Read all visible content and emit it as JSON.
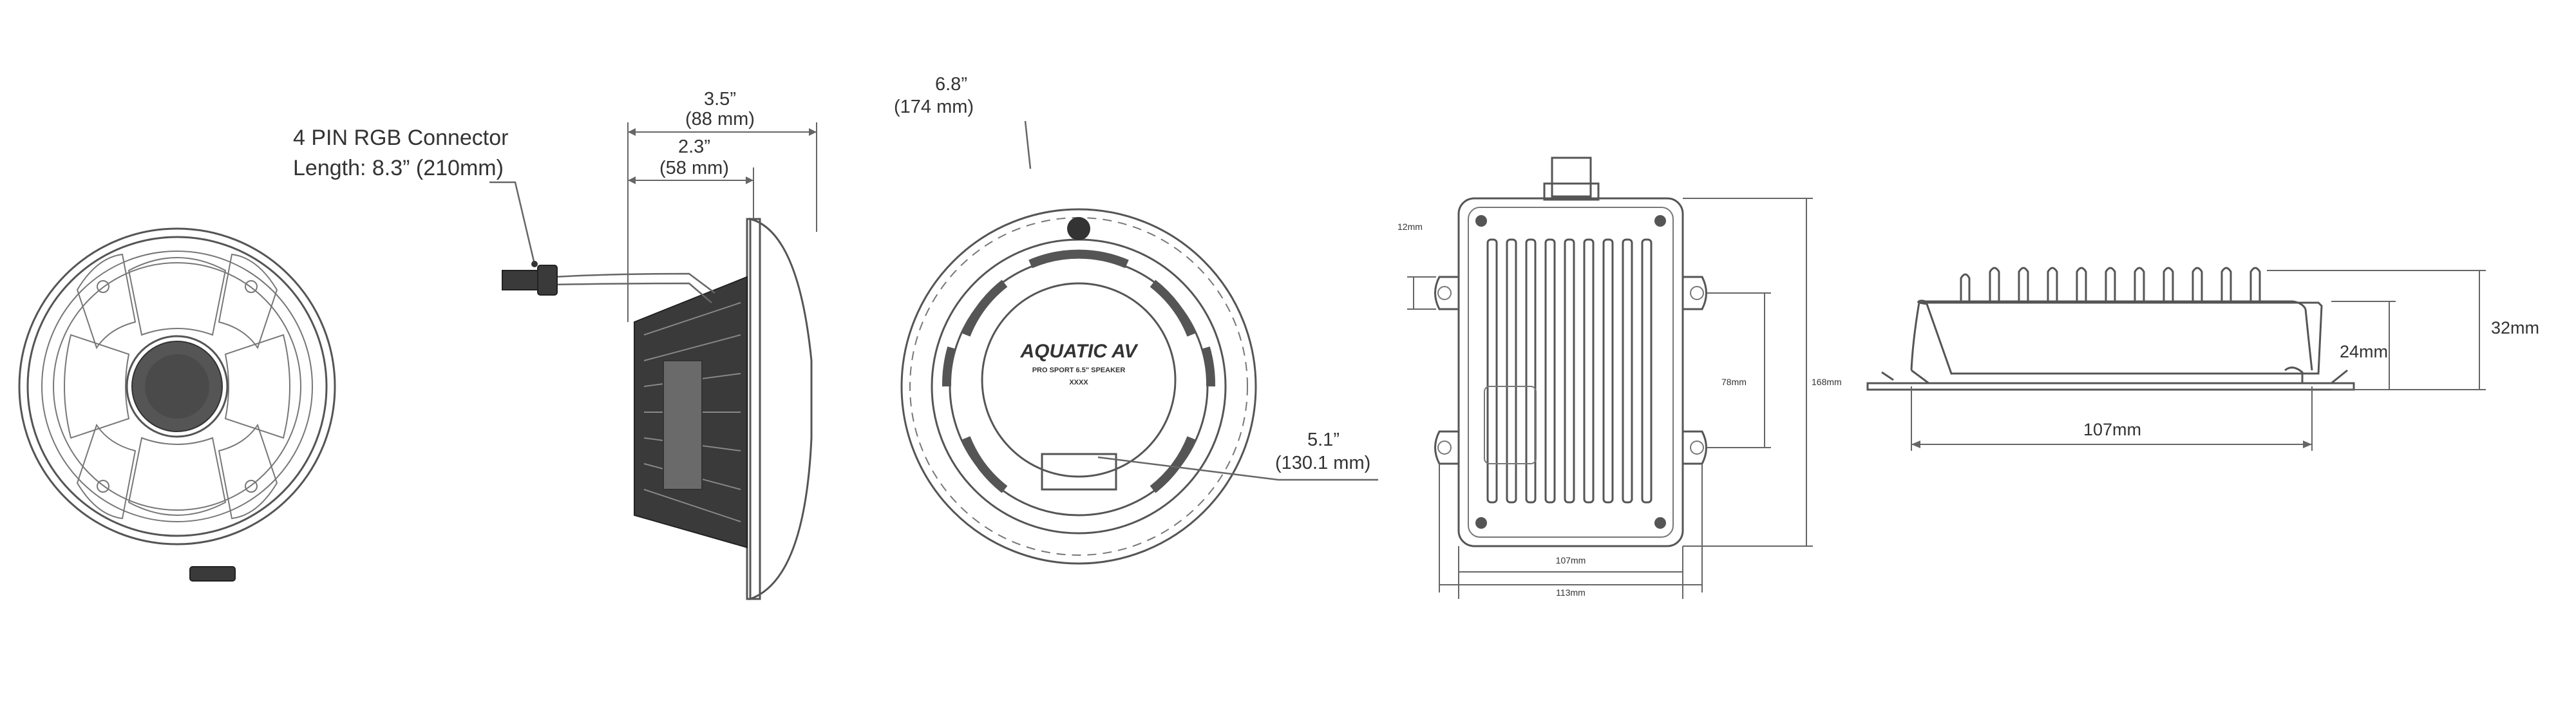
{
  "speaker": {
    "connector_label": "4 PIN RGB Connector",
    "connector_length": "Length: 8.3” (210mm)",
    "depth_overall": "3.5”",
    "depth_overall_mm": "(88 mm)",
    "depth_mount": "2.3”",
    "depth_mount_mm": "(58 mm)",
    "outer_diameter": "6.8”",
    "outer_diameter_mm": "(174 mm)",
    "cutout_diameter": "5.1”",
    "cutout_diameter_mm": "(130.1 mm)",
    "brand_text": "AQUATIC AV",
    "model_text": "PRO SPORT 6.5\" SPEAKER",
    "model_code": "XXXX"
  },
  "amplifier_top": {
    "hole_spacing_small": "12mm",
    "hole_spacing_vertical": "78mm",
    "overall_height": "168mm",
    "inner_width": "107mm",
    "overall_width": "113mm"
  },
  "amplifier_side": {
    "body_height": "24mm",
    "overall_height": "32mm",
    "length": "107mm"
  }
}
